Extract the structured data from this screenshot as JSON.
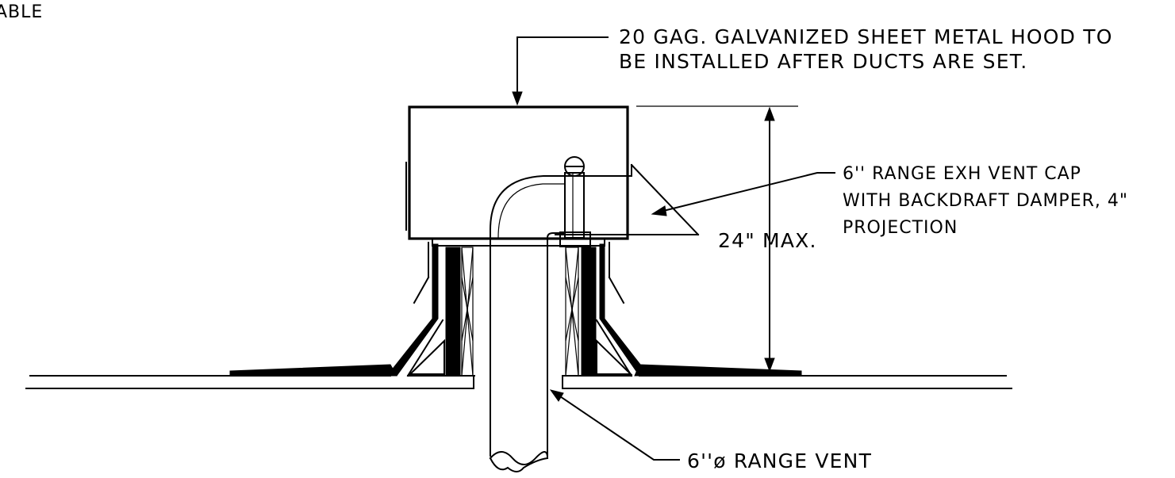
{
  "edge_fragment": "ABLE",
  "notes": {
    "hood": {
      "line1": "20 GAG. GALVANIZED SHEET METAL HOOD TO",
      "line2": "BE INSTALLED AFTER DUCTS ARE SET."
    },
    "vent_cap": {
      "line1": "6'' RANGE EXH VENT CAP",
      "line2": "WITH BACKDRAFT DAMPER, 4\"",
      "line3": "PROJECTION"
    },
    "dimension": "24\" MAX.",
    "range_vent": "6''ø RANGE VENT"
  },
  "colors": {
    "ink": "#000000",
    "paper": "#ffffff"
  }
}
